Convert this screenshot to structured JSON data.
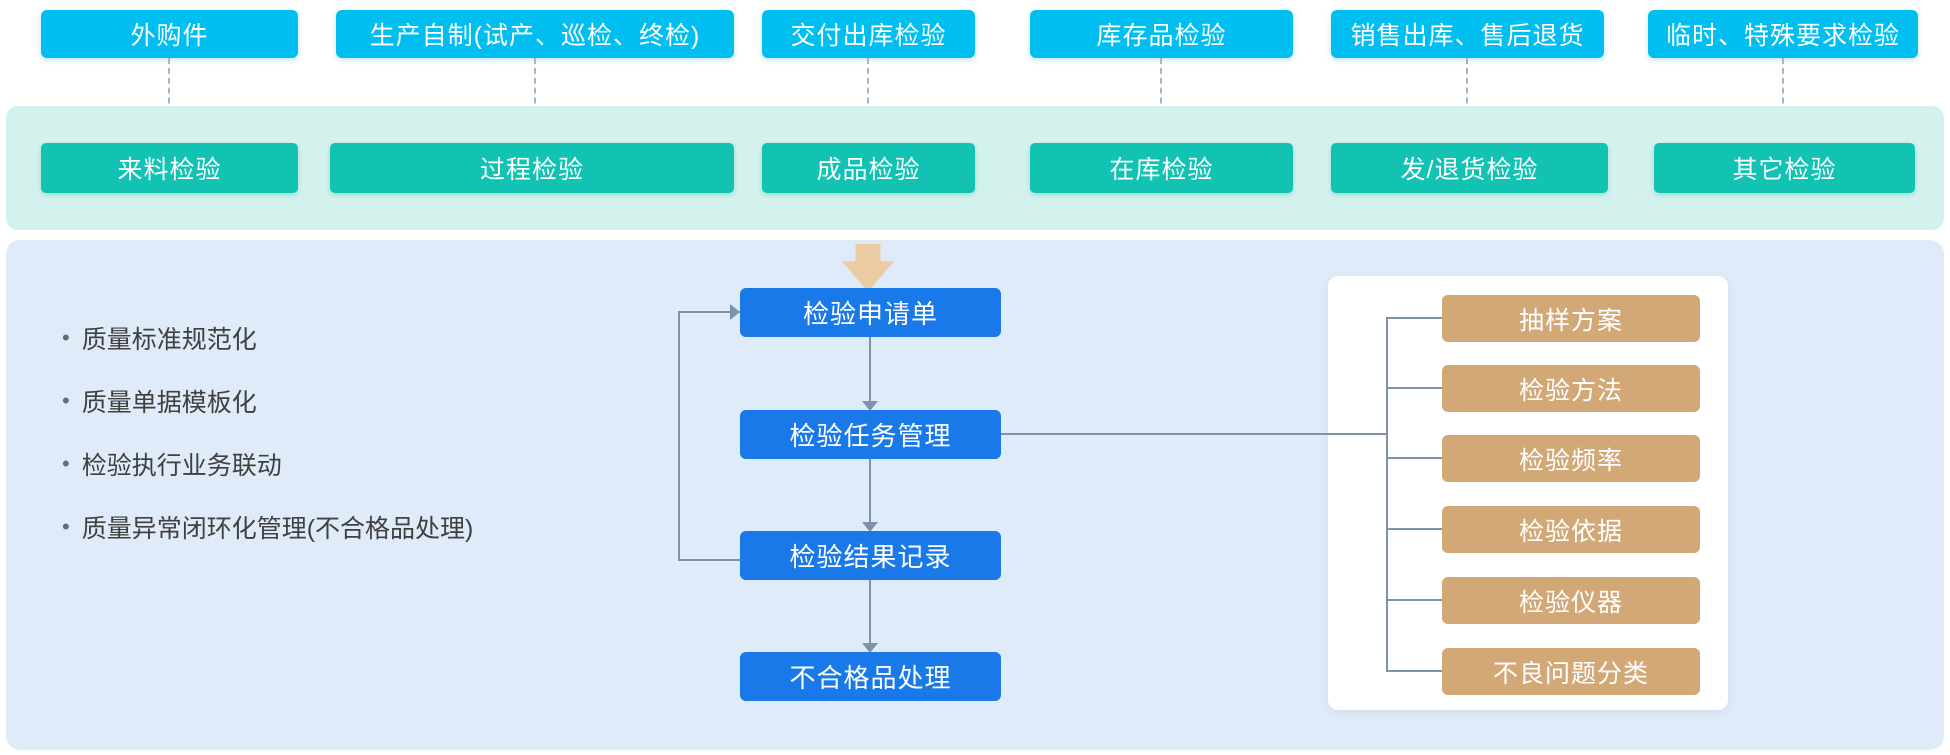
{
  "diagram": {
    "sources": [
      {
        "label": "外购件"
      },
      {
        "label": "生产自制(试产、巡检、终检)"
      },
      {
        "label": "交付出库检验"
      },
      {
        "label": "库存品检验"
      },
      {
        "label": "销售出库、售后退货"
      },
      {
        "label": "临时、特殊要求检验"
      }
    ],
    "inspection_types": [
      {
        "label": "来料检验"
      },
      {
        "label": "过程检验"
      },
      {
        "label": "成品检验"
      },
      {
        "label": "在库检验"
      },
      {
        "label": "发/退货检验"
      },
      {
        "label": "其它检验"
      }
    ],
    "features": [
      {
        "text": "质量标准规范化"
      },
      {
        "text": "质量单据模板化"
      },
      {
        "text": "检验执行业务联动"
      },
      {
        "text": "质量异常闭环化管理(不合格品处理)"
      }
    ],
    "process_steps": [
      {
        "label": "检验申请单"
      },
      {
        "label": "检验任务管理"
      },
      {
        "label": "检验结果记录"
      },
      {
        "label": "不合格品处理"
      }
    ],
    "config_items": [
      {
        "label": "抽样方案"
      },
      {
        "label": "检验方法"
      },
      {
        "label": "检验频率"
      },
      {
        "label": "检验依据"
      },
      {
        "label": "检验仪器"
      },
      {
        "label": "不良问题分类"
      }
    ],
    "colors": {
      "source_box": "#00BFF0",
      "type_box": "#12C3B4",
      "type_band": "#D3F2EE",
      "main_bg": "#DFEBF8",
      "process_box": "#1A79E8",
      "config_box": "#D3A877",
      "down_arrow": "#EACBA2",
      "connector": "#7E93AB"
    }
  }
}
